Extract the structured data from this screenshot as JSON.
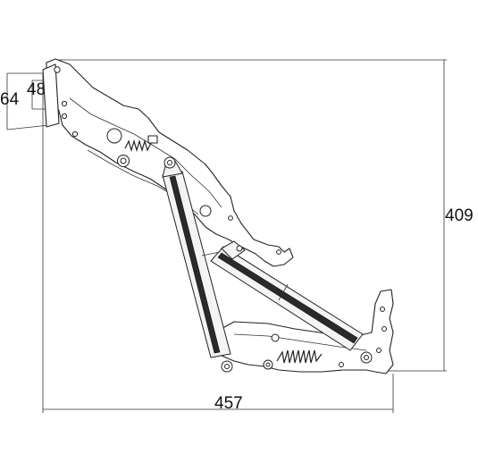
{
  "dimensions": {
    "width": "457",
    "height": "409",
    "offset_outer": "64",
    "offset_inner": "48"
  }
}
